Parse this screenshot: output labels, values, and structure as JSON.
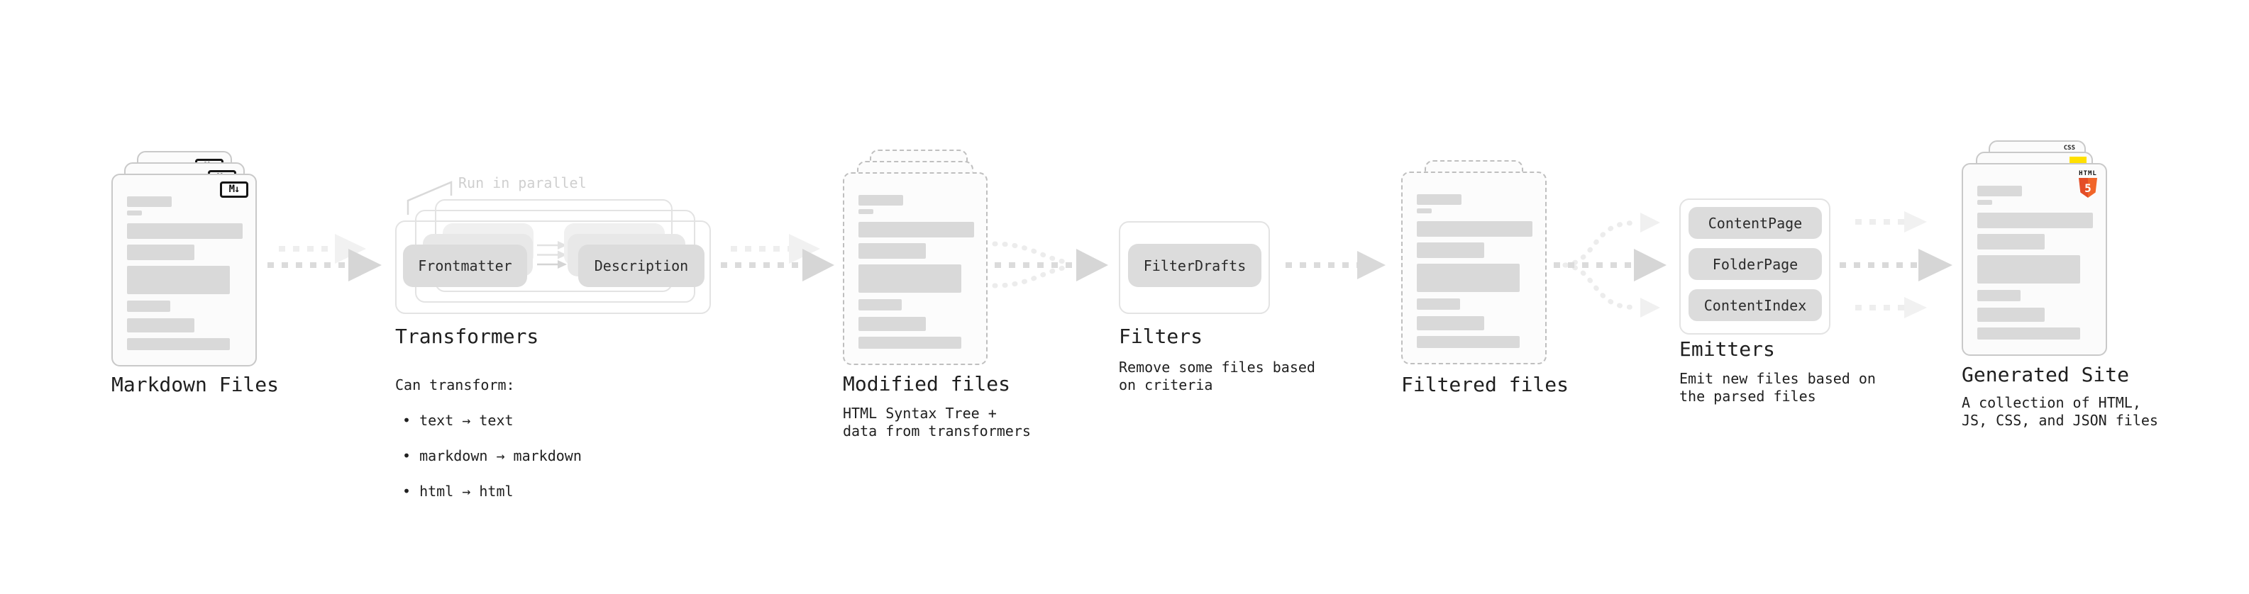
{
  "diagram": {
    "stages": [
      {
        "label": "Markdown Files"
      },
      {
        "label": "Transformers",
        "note": "Run in parallel",
        "pills": [
          "Frontmatter",
          "Description"
        ],
        "caption_lines": [
          "Can transform:",
          "• text → text",
          "• markdown → markdown",
          "• html → html"
        ]
      },
      {
        "label": "Modified files",
        "caption": "HTML Syntax Tree +\ndata from transformers"
      },
      {
        "label": "Filters",
        "pills": [
          "FilterDrafts"
        ],
        "caption": "Remove some files based\non criteria"
      },
      {
        "label": "Filtered files"
      },
      {
        "label": "Emitters",
        "pills": [
          "ContentPage",
          "FolderPage",
          "ContentIndex"
        ],
        "caption": "Emit new files based on\nthe parsed files"
      },
      {
        "label": "Generated Site",
        "caption": "A collection of HTML,\nJS, CSS, and JSON files"
      }
    ],
    "icons": {
      "markdown_badge": "M↓",
      "html5_brand": "HTML",
      "html5_number": "5",
      "css_badge": "CSS"
    },
    "colors": {
      "html5_orange": "#e44d26",
      "js_yellow": "#ffe000",
      "css_blue": "#2f6df6",
      "doc_bar": "#d9d9d9",
      "arrow_gray": "#d9d9d9",
      "arrow_ghost": "#efefef",
      "note_gray": "#cfcfcf",
      "text_dark": "#1f1f1f"
    },
    "doc_bar_pattern": [
      {
        "w": 63,
        "h": 15,
        "mt": 30
      },
      {
        "w": 21,
        "h": 7,
        "mt": 5
      },
      {
        "w": 163,
        "h": 22,
        "mt": 11
      },
      {
        "w": 95,
        "h": 22,
        "mt": 8
      },
      {
        "w": 145,
        "h": 40,
        "mt": 8
      },
      {
        "w": 61,
        "h": 16,
        "mt": 9
      },
      {
        "w": 95,
        "h": 20,
        "mt": 9
      },
      {
        "w": 145,
        "h": 17,
        "mt": 8
      }
    ]
  }
}
